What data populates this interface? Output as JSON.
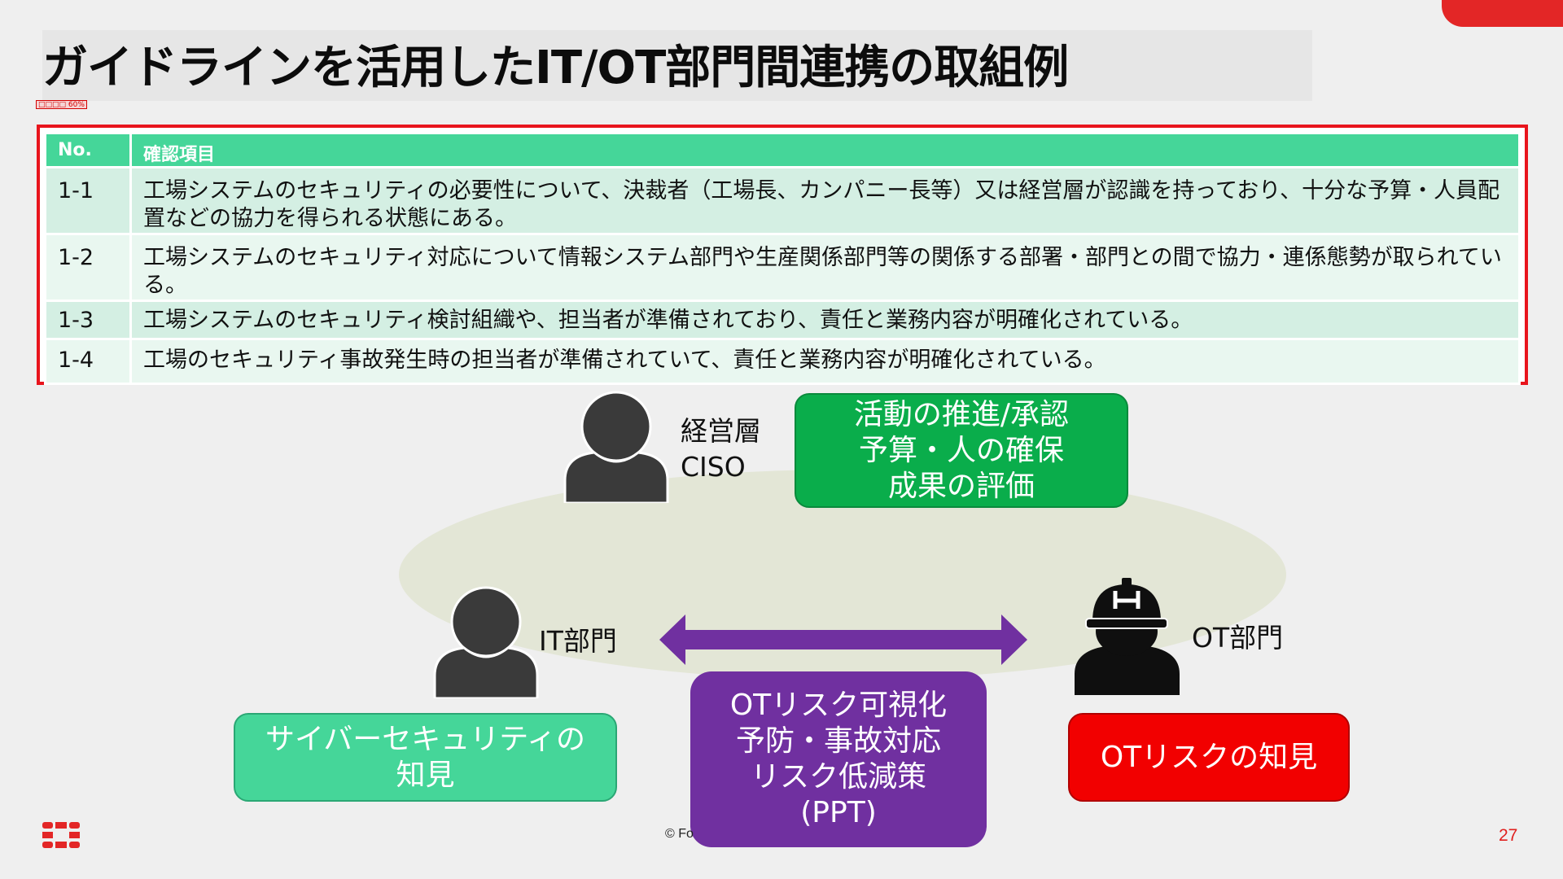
{
  "title": "ガイドラインを活用したIT/OT部門間連携の取組例",
  "note": "□□□□ 60%",
  "table": {
    "headers": [
      "No.",
      "確認項目"
    ],
    "rows": [
      {
        "no": "1-1",
        "text": "工場システムのセキュリティの必要性について、決裁者（工場長、カンパニー長等）又は経営層が認識を持っており、十分な予算・人員配置などの協力を得られる状態にある。"
      },
      {
        "no": "1-2",
        "text": "工場システムのセキュリティ対応について情報システム部門や生産関係部門等の関係する部署・部門との間で協力・連係態勢が取られている。"
      },
      {
        "no": "1-3",
        "text": "工場システムのセキュリティ検討組織や、担当者が準備されており、責任と業務内容が明確化されている。"
      },
      {
        "no": "1-4",
        "text": "工場のセキュリティ事故発生時の担当者が準備されていて、責任と業務内容が明確化されている。"
      }
    ]
  },
  "diagram": {
    "management": {
      "label_lines": [
        "経営層",
        "CISO"
      ],
      "box_lines": [
        "活動の推進/承認",
        "予算・人の確保",
        "成果の評価"
      ]
    },
    "it": {
      "label": "IT部門",
      "box_lines": [
        "サイバーセキュリティの",
        "知見"
      ]
    },
    "ot": {
      "label": "OT部門",
      "box_lines": [
        "OTリスクの知見"
      ]
    },
    "center_box_lines": [
      "OTリスク可視化",
      "予防・事故対応",
      "リスク低減策",
      "(PPT)"
    ],
    "icons": [
      "person-icon",
      "person-icon",
      "worker-helmet-icon",
      "double-arrow-icon"
    ]
  },
  "footer": {
    "copyright": "© Fo",
    "page_number": "27"
  },
  "colors": {
    "accent_red": "#e32626",
    "table_header": "#45d699",
    "mgmt_box": "#0aad4b",
    "it_box": "#45d699",
    "ot_box": "#f20000",
    "center_box": "#7030a0"
  }
}
